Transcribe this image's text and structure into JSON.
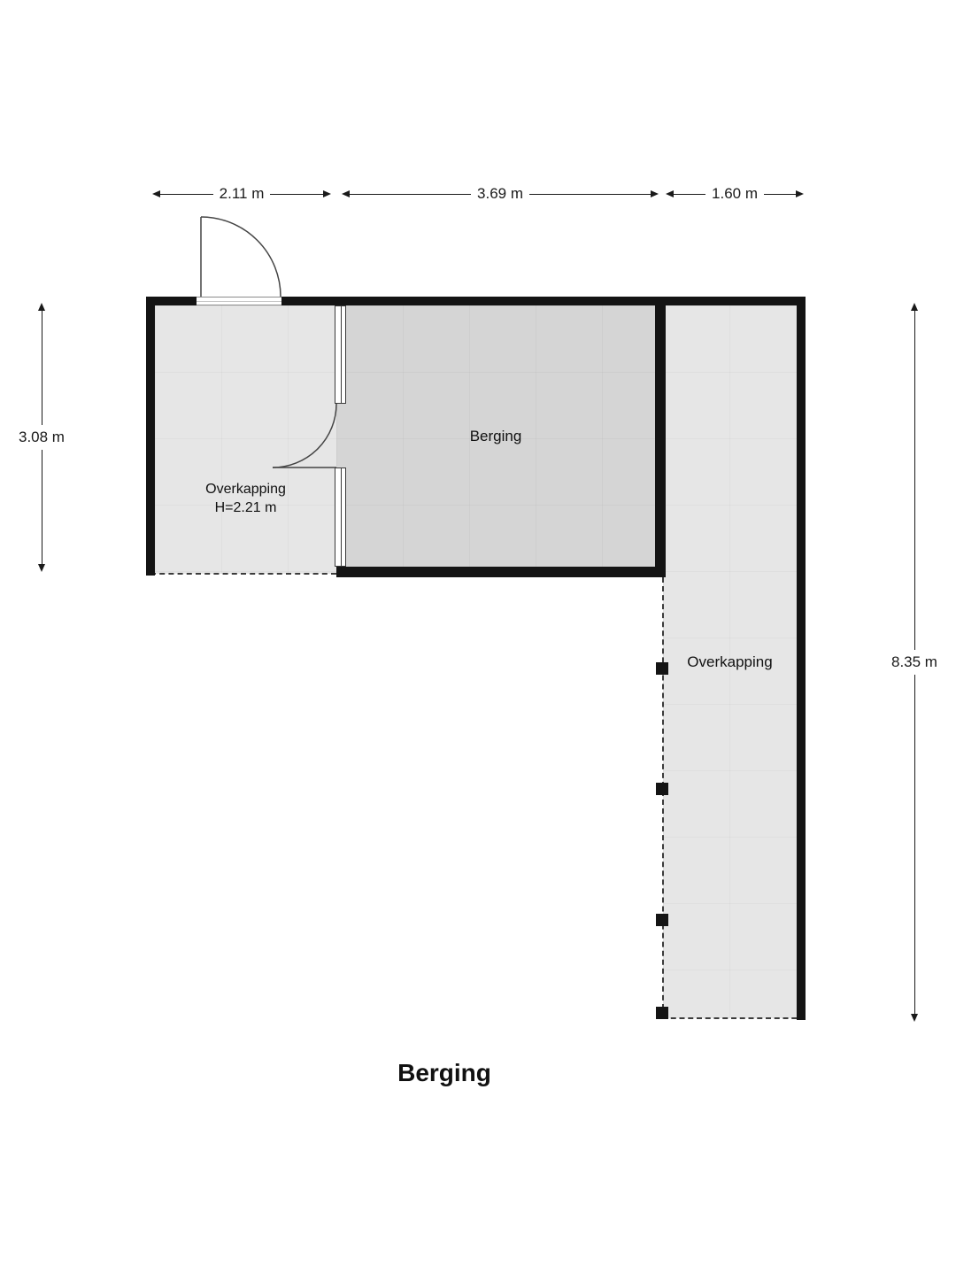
{
  "title": "Berging",
  "dimensions": {
    "top": [
      {
        "label": "2.11 m"
      },
      {
        "label": "3.69 m"
      },
      {
        "label": "1.60 m"
      }
    ],
    "left": {
      "label": "3.08 m"
    },
    "right": {
      "label": "8.35 m"
    }
  },
  "rooms": {
    "canopy_left": {
      "name": "Overkapping",
      "height_note": "H=2.21 m"
    },
    "storage": {
      "name": "Berging"
    },
    "canopy_right": {
      "name": "Overkapping"
    }
  },
  "colors": {
    "background": "#ffffff",
    "wall": "#141414",
    "floor_storage": "#d5d5d5",
    "floor_canopy": "#e6e6e6",
    "dimension_text": "#1a1a1a"
  }
}
